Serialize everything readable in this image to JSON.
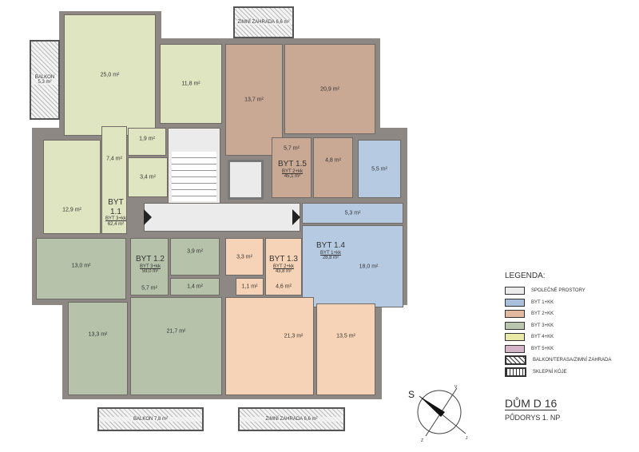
{
  "apartments": [
    {
      "id": "BYT 1.1",
      "type": "BYT 3+kk",
      "area": "62,4 m²"
    },
    {
      "id": "BYT 1.2",
      "type": "BYT 3+kk",
      "area": "59,0 m²"
    },
    {
      "id": "BYT 1.3",
      "type": "BYT 2+kk",
      "area": "43,8 m²"
    },
    {
      "id": "BYT 1.4",
      "type": "BYT 1+kk",
      "area": "28,8 m²"
    },
    {
      "id": "BYT 1.5",
      "type": "BYT 2+kk",
      "area": "45,1 m²"
    }
  ],
  "rooms": {
    "r11_living": "25,0 m²",
    "r11_room": "11,8 m²",
    "r11_bed": "12,9 m²",
    "r11_hall": "7,4 m²",
    "r11_wc": "1,9 m²",
    "r11_bath": "3,4 m²",
    "r15_bed": "13,7 m²",
    "r15_living": "20,9 m²",
    "r15_hall": "5,7 m²",
    "r15_bath": "4,8 m²",
    "r14_bath": "5,5 m²",
    "r14_hall": "5,3 m²",
    "r14_living": "18,0 m²",
    "r12_room": "13,0 m²",
    "r12_bed": "13,3 m²",
    "r12_living": "21,7 m²",
    "r12_hall": "5,7 m²",
    "r12_bath": "3,9 m²",
    "r12_wc": "1,4 m²",
    "r13_bath": "3,3 m²",
    "r13_wc": "1,1 m²",
    "r13_hall": "4,6 m²",
    "r13_living": "21,3 m²",
    "r13_bed": "13,5 m²"
  },
  "balconies": {
    "left": "BALKON 5,3 m²",
    "top": "ZIMNÍ ZAHRADA 6,6 m²",
    "bottom_left": "BALKON 7,8 m²",
    "bottom_right": "ZIMNÍ ZAHRADA 6,6 m²"
  },
  "legend": {
    "title": "LEGENDA:",
    "items": [
      {
        "label": "SPOLEČNÉ PROSTORY",
        "color": "#ebebeb"
      },
      {
        "label": "BYT 1+KK",
        "color": "#a9c0dc"
      },
      {
        "label": "BYT 2+KK",
        "color": "#e3b8a0"
      },
      {
        "label": "BYT 3+KK",
        "color": "#b8c7ad"
      },
      {
        "label": "BYT 4+KK",
        "color": "#e9e9a8"
      },
      {
        "label": "BYT 5+KK",
        "color": "#d4b4c6"
      },
      {
        "label": "BALKON/TERASA/ZIMNÍ ZAHRADA",
        "color": "hatch"
      },
      {
        "label": "SKLEPNÍ KÓJE",
        "color": "grid"
      }
    ]
  },
  "compass": {
    "s": "S",
    "v": "V",
    "j": "J",
    "z": "Z"
  },
  "house_title": "DŮM D 16",
  "floor": "PŮDORYS 1. NP"
}
